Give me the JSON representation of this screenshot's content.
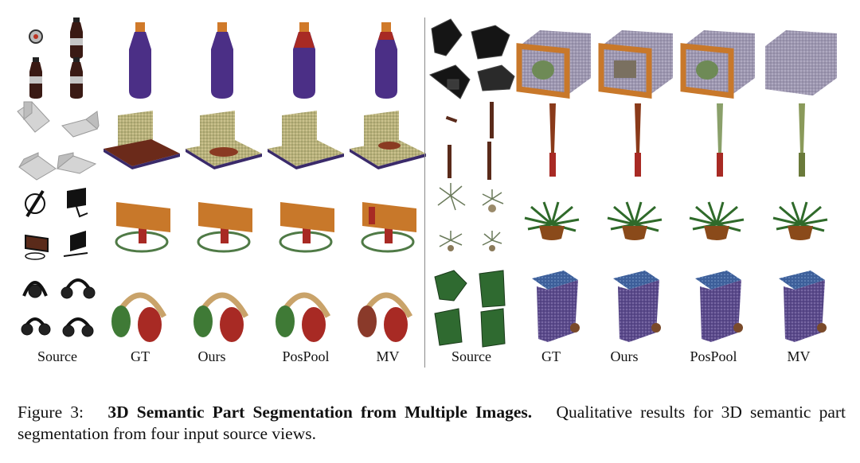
{
  "figure": {
    "left_panel": {
      "columns": [
        "Source",
        "GT",
        "Ours",
        "PosPool",
        "MV"
      ],
      "rows": [
        "bottle",
        "bed",
        "display",
        "headphones"
      ]
    },
    "right_panel": {
      "columns": [
        "Source",
        "GT",
        "Ours",
        "PosPool",
        "MV"
      ],
      "rows": [
        "microwave",
        "knife",
        "plant",
        "trash-can"
      ]
    }
  },
  "caption": {
    "label": "Figure 3:",
    "title": "3D Semantic Part Segmentation from Multiple Images.",
    "text": "Qualitative results for 3D semantic part segmentation from four input source views."
  },
  "colors": {
    "purple": "#4b2f86",
    "orange": "#c8782a",
    "red": "#a82a24",
    "green": "#3f7a36",
    "brown": "#7a3e1c",
    "tan": "#c9a36a",
    "lightgray": "#cfcfcf",
    "blue": "#3d5f9a"
  }
}
